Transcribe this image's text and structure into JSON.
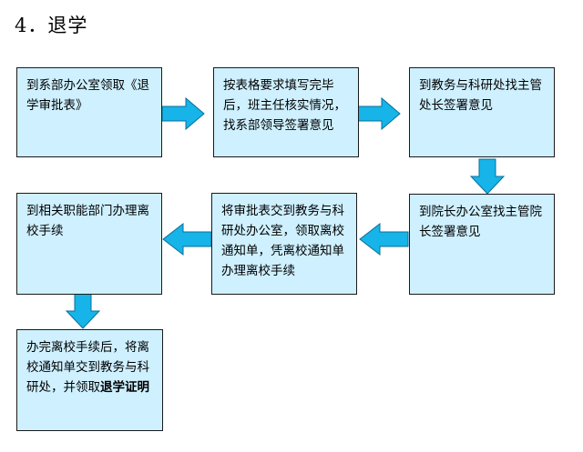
{
  "heading": "4．退学",
  "colors": {
    "box_fill": "#cef0ff",
    "box_border": "#1a1a1a",
    "arrow_fill": "#16b4e8",
    "arrow_stroke": "#0b6f99"
  },
  "steps": [
    {
      "text": "到系部办公室领取《退学审批表》"
    },
    {
      "text": "按表格要求填写完毕后，班主任核实情况，找系部领导签署意见"
    },
    {
      "text": "到教务与科研处找主管处长签署意见"
    },
    {
      "text": "到院长办公室找主管院长签署意见"
    },
    {
      "text": "将审批表交到教务与科研处办公室，领取离校通知单，凭离校通知单办理离校手续"
    },
    {
      "text": "到相关职能部门办理离校手续"
    },
    {
      "text": "办完离校手续后，将离校通知单交到教务与科研处，并领取",
      "bold_text": "退学证明"
    }
  ]
}
